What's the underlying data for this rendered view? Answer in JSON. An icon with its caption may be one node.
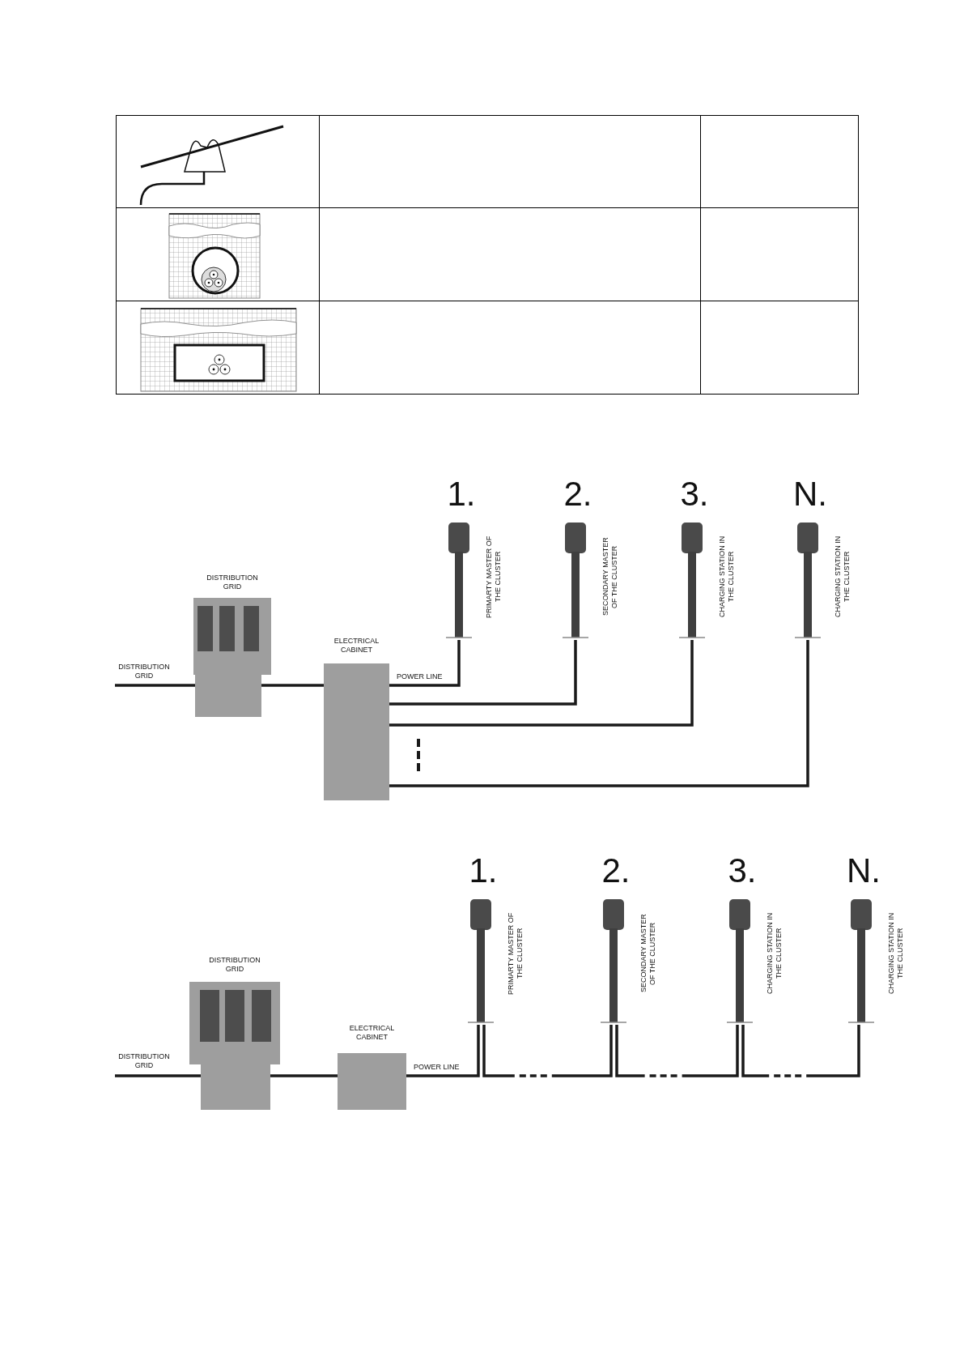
{
  "diagram": {
    "nodes": [
      {
        "text": [
          "DISTRIBUTION GRID"
        ]
      },
      {
        "text": [
          "DISTRIBUTION GRID"
        ]
      },
      {
        "text": [
          "ELECTRICAL CABINET"
        ]
      },
      {
        "text": [
          "1.",
          "PRIMARTY MASTER OF THE CLUSTER"
        ]
      },
      {
        "text": [
          "2.",
          "SECONDARY MASTER OF THE CLUSTER"
        ]
      },
      {
        "text": [
          "3.",
          "CHARGING STATION IN THE CLUSTER"
        ]
      },
      {
        "text": [
          "N.",
          "CHARGING STATION IN THE CLUSTER"
        ]
      },
      {
        "text": [
          "DISTRIBUTION GRID"
        ]
      },
      {
        "text": [
          "DISTRIBUTION GRID"
        ]
      },
      {
        "text": [
          "ELECTRICAL CABINET"
        ]
      },
      {
        "text": [
          "1.",
          "PRIMARTY MASTER OF THE CLUSTER"
        ]
      },
      {
        "text": [
          "2.",
          "SECONDARY MASTER OF THE CLUSTER"
        ]
      },
      {
        "text": [
          "3.",
          "CHARGING STATION IN THE CLUSTER"
        ]
      },
      {
        "text": [
          "N.",
          "CHARGING STATION IN THE CLUSTER"
        ]
      }
    ],
    "edges": [
      {
        "from": 0,
        "to": 1,
        "arrow": "none"
      },
      {
        "from": 1,
        "to": 2,
        "arrow": "none"
      },
      {
        "from": 2,
        "to": 3,
        "arrow": "none",
        "label": "POWER LINE"
      },
      {
        "from": 2,
        "to": 4,
        "arrow": "none"
      },
      {
        "from": 2,
        "to": 5,
        "arrow": "none"
      },
      {
        "from": 2,
        "to": 6,
        "arrow": "none"
      },
      {
        "from": 7,
        "to": 8,
        "arrow": "none"
      },
      {
        "from": 8,
        "to": 9,
        "arrow": "none"
      },
      {
        "from": 9,
        "to": 10,
        "arrow": "none",
        "label": "POWER LINE"
      },
      {
        "from": 10,
        "to": 11,
        "arrow": "none",
        "style": "dashed"
      },
      {
        "from": 11,
        "to": 12,
        "arrow": "none",
        "style": "dashed"
      },
      {
        "from": 12,
        "to": 13,
        "arrow": "none",
        "style": "dashed"
      }
    ]
  }
}
